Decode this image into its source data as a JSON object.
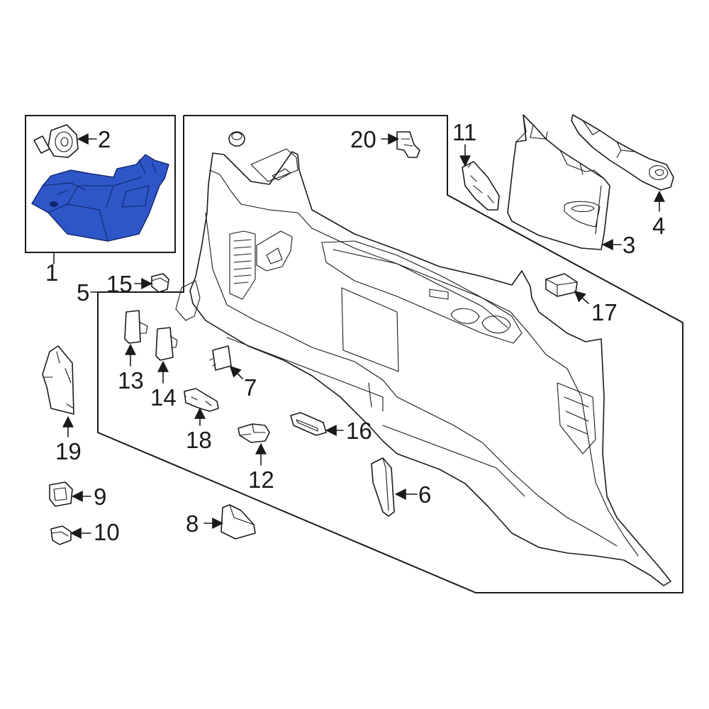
{
  "diagram": {
    "highlight_color": "#2e56c8",
    "line_color": "#1a1a1a",
    "callouts": [
      "1",
      "2",
      "3",
      "4",
      "5",
      "6",
      "7",
      "8",
      "9",
      "10",
      "11",
      "12",
      "13",
      "14",
      "15",
      "16",
      "17",
      "18",
      "19",
      "20"
    ]
  }
}
